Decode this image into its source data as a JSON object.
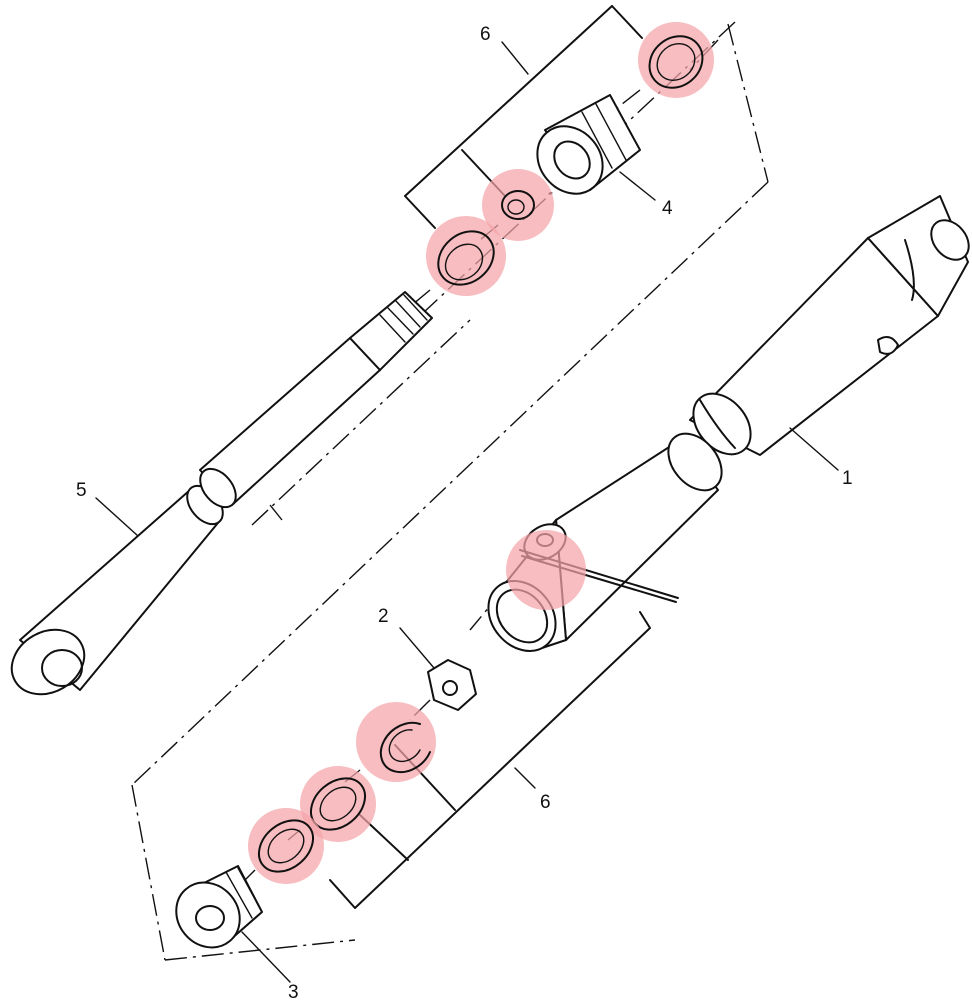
{
  "callouts": {
    "c1": "1",
    "c2": "2",
    "c3": "3",
    "c4": "4",
    "c5": "5",
    "c6_top": "6",
    "c6_bottom": "6"
  },
  "colors": {
    "highlight": "#f4a3a8",
    "line": "#111111"
  }
}
